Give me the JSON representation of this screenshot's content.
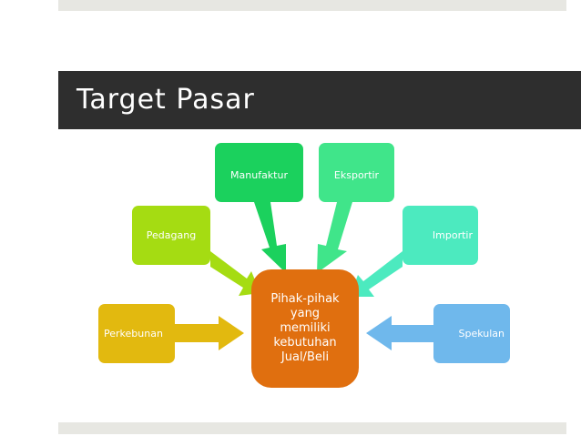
{
  "title": "Target Pasar",
  "center": {
    "lines": [
      "Pihak-pihak",
      "yang",
      "memiliki",
      "kebutuhan",
      "Jual/Beli"
    ],
    "color": "#e06f0f"
  },
  "nodes": {
    "manufaktur": {
      "label": "Manufaktur",
      "color": "#1bd15d"
    },
    "eksportir": {
      "label": "Eksportir",
      "color": "#40e58a"
    },
    "pedagang": {
      "label": "Pedagang",
      "color": "#a5dc12"
    },
    "importir": {
      "label": "Importir",
      "color": "#4ceabf"
    },
    "perkebunan": {
      "label": "Perkebunan",
      "color": "#e2b90f"
    },
    "spekulan": {
      "label": "Spekulan",
      "color": "#6fb8ec"
    }
  },
  "colors": {
    "title_bar": "#2e2e2e",
    "strip": "#e7e7e2"
  }
}
